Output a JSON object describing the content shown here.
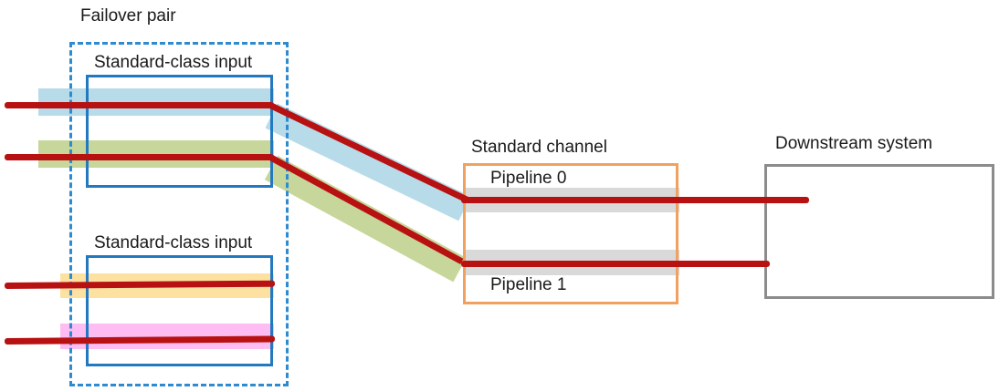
{
  "diagram": {
    "title_visible": false,
    "groups": {
      "failover_pair": {
        "label": "Failover pair",
        "border_color": "#2e8bd0",
        "border_style": "dashed",
        "inputs": [
          {
            "label": "Standard-class input",
            "border_color": "#2279c0",
            "streams": [
              {
                "band_color": "#b7dbe9",
                "line_color": "#b81111",
                "routed_to": "Pipeline 0"
              },
              {
                "band_color": "#c7d69a",
                "line_color": "#b81111",
                "routed_to": "Pipeline 1"
              }
            ]
          },
          {
            "label": "Standard-class input",
            "border_color": "#2279c0",
            "streams": [
              {
                "band_color": "#fde1a0",
                "line_color": "#b81111",
                "routed_to": ""
              },
              {
                "band_color": "#fdbcf2",
                "line_color": "#b81111",
                "routed_to": ""
              }
            ]
          }
        ]
      },
      "standard_channel": {
        "label": "Standard channel",
        "border_color": "#f0a160",
        "pipelines": [
          {
            "label": "Pipeline 0",
            "band_color": "#d9d9d9"
          },
          {
            "label": "Pipeline 1",
            "band_color": "#d9d9d9"
          }
        ]
      },
      "downstream_system": {
        "label": "Downstream system",
        "border_color": "#8c8c8c"
      }
    }
  }
}
